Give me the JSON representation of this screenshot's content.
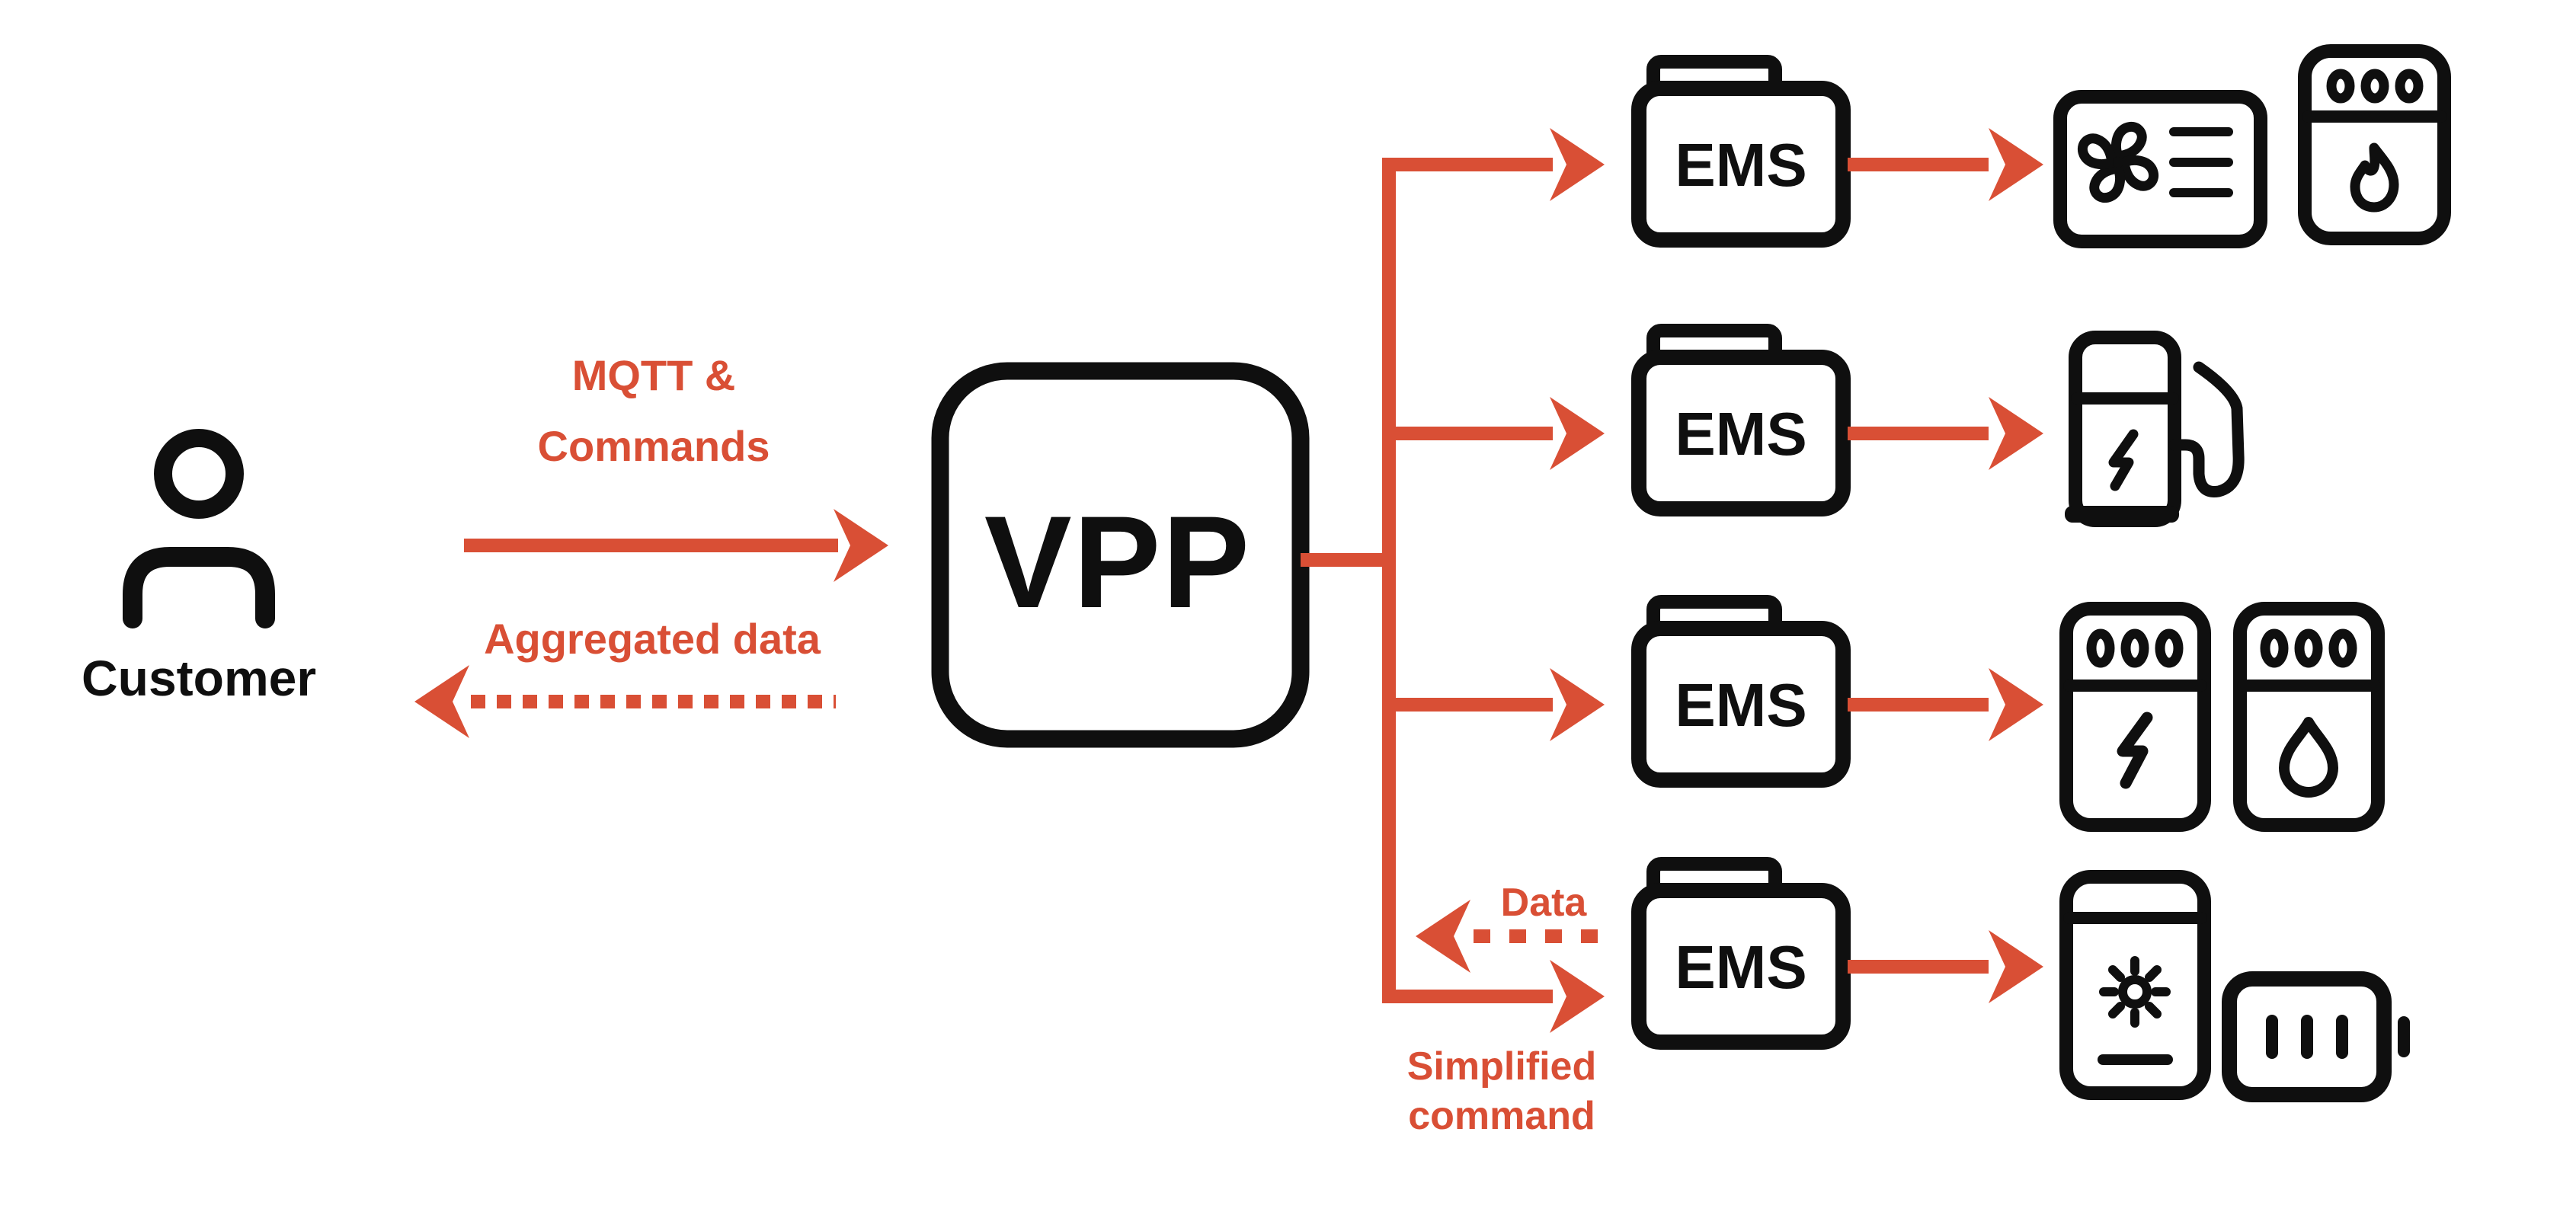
{
  "colors": {
    "accent": "#D94F35",
    "ink": "#0F0F0F",
    "background": "#FFFFFF"
  },
  "customer": {
    "icon": "person-icon",
    "label": "Customer"
  },
  "vpp": {
    "label": "VPP"
  },
  "customer_vpp_flows": {
    "request": {
      "line1": "MQTT &",
      "line2": "Commands",
      "style": "solid",
      "direction": "customer-to-vpp"
    },
    "response": {
      "label": "Aggregated data",
      "style": "dotted",
      "direction": "vpp-to-customer"
    }
  },
  "vpp_ems_flows": {
    "data": {
      "label": "Data",
      "style": "dotted",
      "direction": "ems-to-vpp"
    },
    "command": {
      "line1": "Simplified",
      "line2": "command",
      "style": "solid",
      "direction": "vpp-to-ems"
    }
  },
  "ems_nodes": [
    {
      "label": "EMS",
      "devices": [
        {
          "icon": "hvac-fan-unit-icon"
        },
        {
          "icon": "gas-boiler-icon"
        }
      ]
    },
    {
      "label": "EMS",
      "devices": [
        {
          "icon": "ev-charger-icon"
        }
      ]
    },
    {
      "label": "EMS",
      "devices": [
        {
          "icon": "electric-boiler-icon"
        },
        {
          "icon": "water-heater-icon"
        }
      ]
    },
    {
      "label": "EMS",
      "devices": [
        {
          "icon": "solar-inverter-icon"
        },
        {
          "icon": "home-battery-icon"
        }
      ]
    }
  ]
}
